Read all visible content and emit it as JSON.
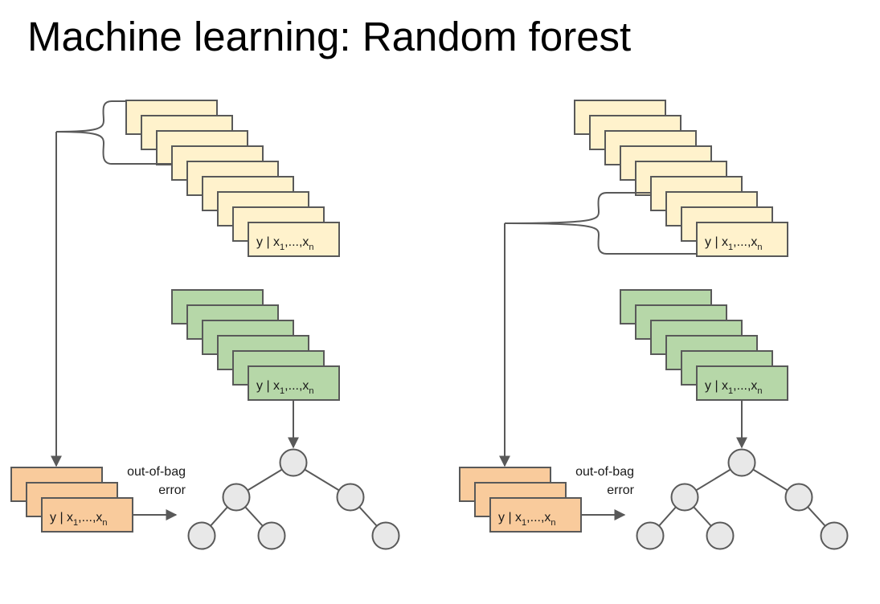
{
  "title": "Machine learning: Random forest",
  "record": {
    "y": "y",
    "sep": " | ",
    "x1": "x",
    "x1_sub": "1",
    "dots": ",...,",
    "xn": "x",
    "xn_sub": "n"
  },
  "oob_label": {
    "line1": "out-of-bag",
    "line2": "error"
  },
  "panels": [
    {
      "name": "left-panel",
      "bootstrap_group": "top"
    },
    {
      "name": "right-panel",
      "bootstrap_group": "bottom"
    }
  ],
  "colors": {
    "yellow_fill": "#fff2cc",
    "green_fill": "#b6d7a8",
    "orange_fill": "#f9cb9c",
    "stroke": "#595959",
    "node_fill": "#e8e8e8"
  }
}
